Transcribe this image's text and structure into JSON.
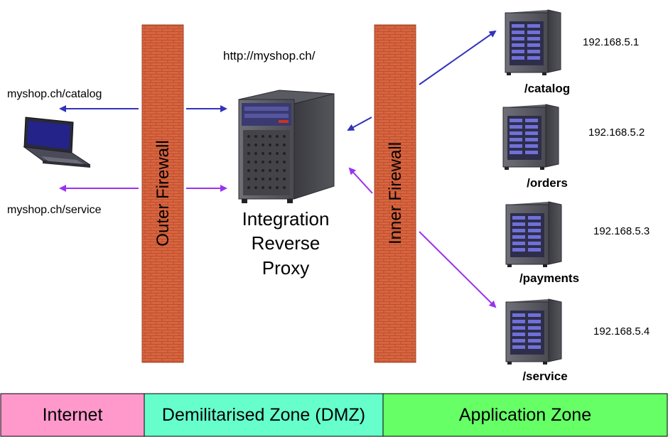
{
  "labels": {
    "url": "http://myshop.ch/",
    "client_catalog": "myshop.ch/catalog",
    "client_service": "myshop.ch/service",
    "outer_firewall": "Outer Firewall",
    "inner_firewall": "Inner Firewall",
    "proxy_line1": "Integration",
    "proxy_line2": "Reverse",
    "proxy_line3": "Proxy"
  },
  "servers": [
    {
      "ip": "192.168.5.1",
      "path": "/catalog"
    },
    {
      "ip": "192.168.5.2",
      "path": "/orders"
    },
    {
      "ip": "192.168.5.3",
      "path": "/payments"
    },
    {
      "ip": "192.168.5.4",
      "path": "/service"
    }
  ],
  "zones": [
    {
      "label": "Internet",
      "color": "#ff99cc"
    },
    {
      "label": "Demilitarised Zone (DMZ)",
      "color": "#66ffcc"
    },
    {
      "label": "Application Zone",
      "color": "#66ff66"
    }
  ],
  "colors": {
    "catalog_flow": "#3333bb",
    "service_flow": "#9933ee",
    "firewall_brick": "#d9643f"
  }
}
